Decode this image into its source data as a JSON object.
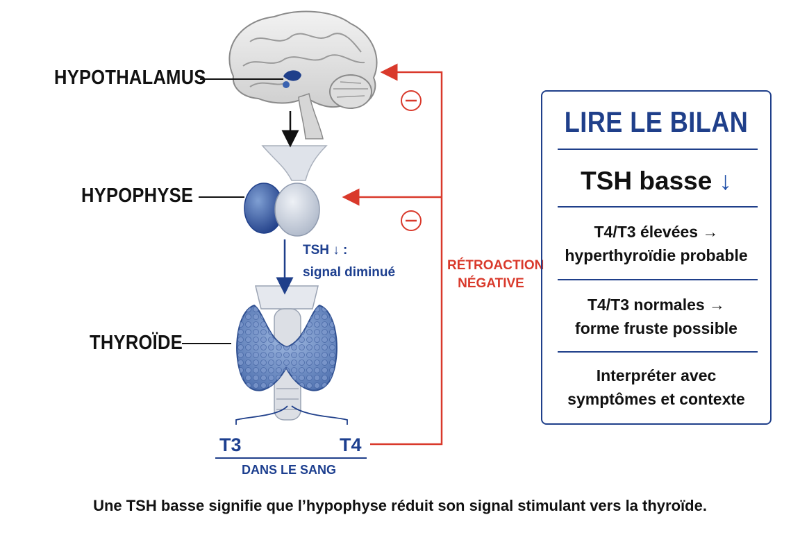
{
  "labels": {
    "hypothalamus": "HYPOTHALAMUS",
    "hypophyse": "HYPOPHYSE",
    "thyroide": "THYROÏDE"
  },
  "signal": {
    "line1": "TSH ↓ :",
    "line2": "signal diminué"
  },
  "hormones": {
    "t3": "T3",
    "t4": "T4",
    "blood": "DANS LE SANG"
  },
  "feedback": {
    "line1": "RÉTROACTION",
    "line2": "NÉGATIVE",
    "minus_symbol": "−"
  },
  "panel": {
    "title": "LIRE LE BILAN",
    "tsh": "TSH basse",
    "tsh_arrow": "↓",
    "blocks": [
      {
        "line1": "T4/T3 élevées →",
        "line2": "hyperthyroïdie probable"
      },
      {
        "line1": "T4/T3 normales →",
        "line2": "forme fruste possible"
      },
      {
        "line1": "Interpréter avec",
        "line2": "symptômes et contexte"
      }
    ]
  },
  "caption": "Une TSH basse signifie que l’hypophyse réduit son signal stimulant vers la thyroïde.",
  "colors": {
    "blue": "#1f3f8a",
    "red": "#d9392b",
    "organ_blue": "#3b62a8",
    "organ_light": "#c9d5e8"
  }
}
